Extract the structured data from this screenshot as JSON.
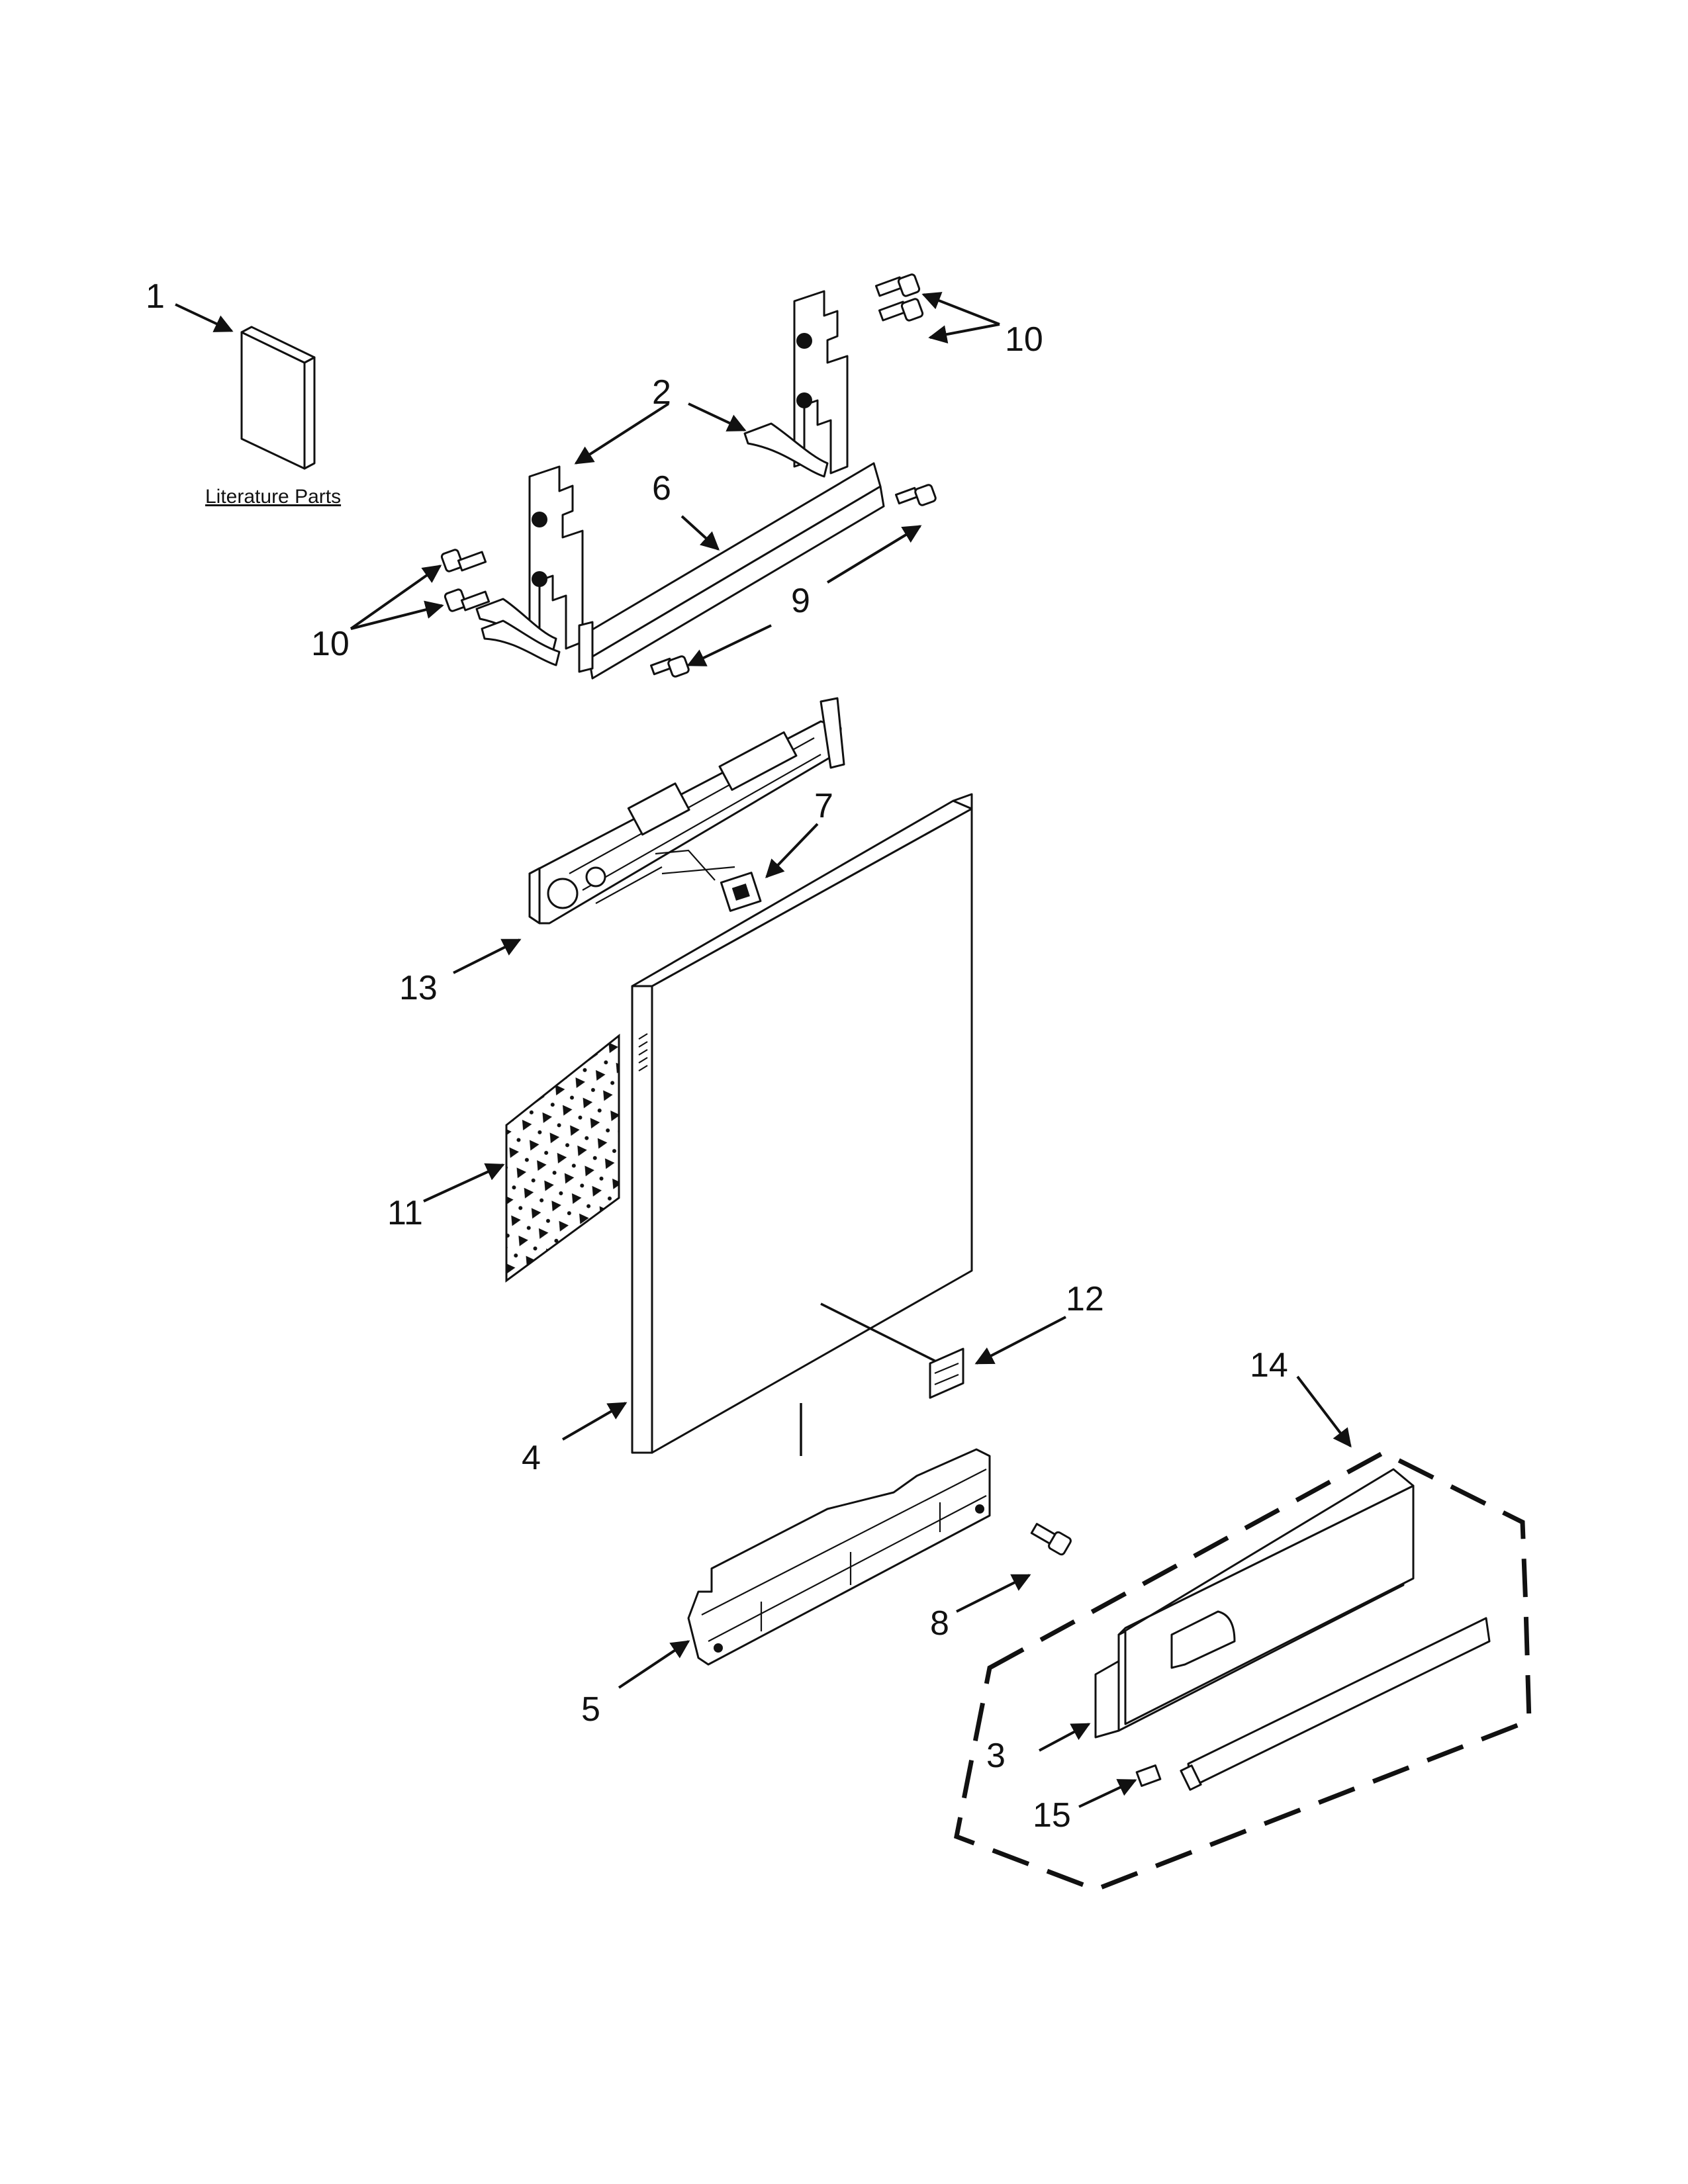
{
  "literature_label": "Literature Parts",
  "callouts": {
    "c1": "1",
    "c2": "2",
    "c3": "3",
    "c4": "4",
    "c5": "5",
    "c6": "6",
    "c7": "7",
    "c8": "8",
    "c9": "9",
    "c10a": "10",
    "c10b": "10",
    "c11": "11",
    "c12": "12",
    "c13": "13",
    "c14": "14",
    "c15": "15"
  }
}
